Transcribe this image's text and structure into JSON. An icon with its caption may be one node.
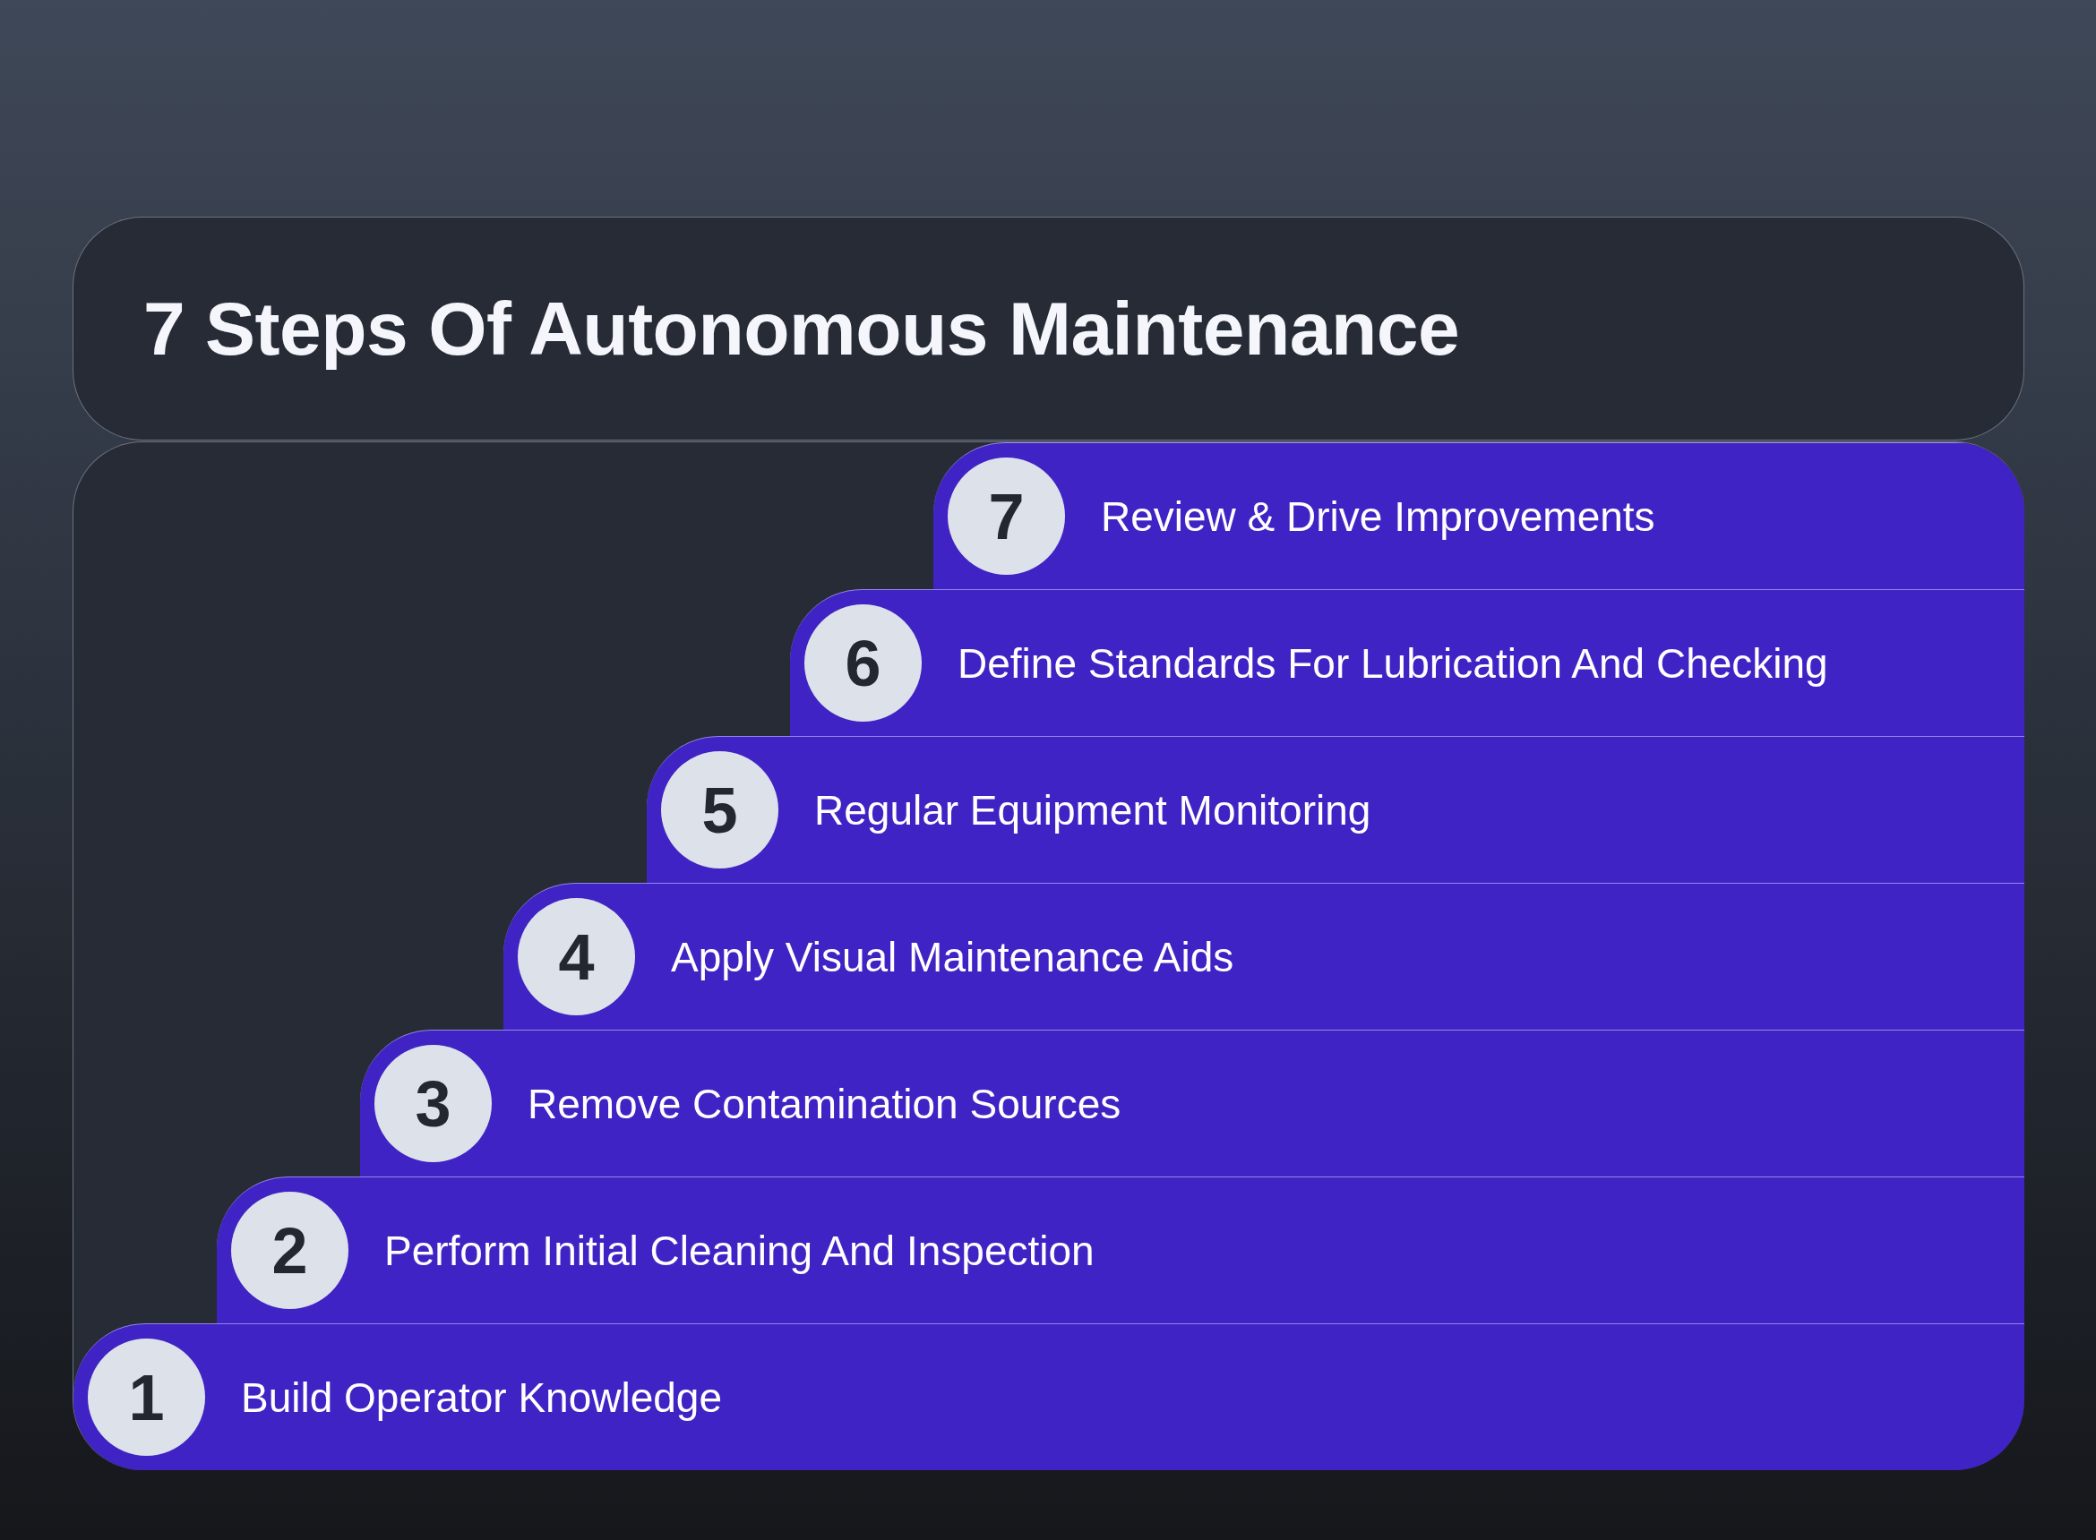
{
  "diagram": {
    "title": "7 Steps Of Autonomous Maintenance",
    "nodes": [
      {
        "text": [
          "Review & Drive Improvements"
        ]
      },
      {
        "text": [
          "7"
        ],
        "in": 0
      },
      {
        "text": [
          "Define Standards For Lubrication And Checking"
        ]
      },
      {
        "text": [
          "6"
        ],
        "in": 2
      },
      {
        "text": [
          "Regular Equipment Monitoring"
        ]
      },
      {
        "text": [
          "5"
        ],
        "in": 4
      },
      {
        "text": [
          "Apply Visual Maintenance Aids"
        ]
      },
      {
        "text": [
          "4"
        ],
        "in": 6
      },
      {
        "text": [
          "Remove Contamination Sources"
        ]
      },
      {
        "text": [
          "3"
        ],
        "in": 8
      },
      {
        "text": [
          "Perform Initial Cleaning And Inspection"
        ]
      },
      {
        "text": [
          "2"
        ],
        "in": 10
      },
      {
        "text": [
          "Build Operator Knowledge"
        ]
      },
      {
        "text": [
          "1"
        ],
        "in": 12
      }
    ]
  }
}
